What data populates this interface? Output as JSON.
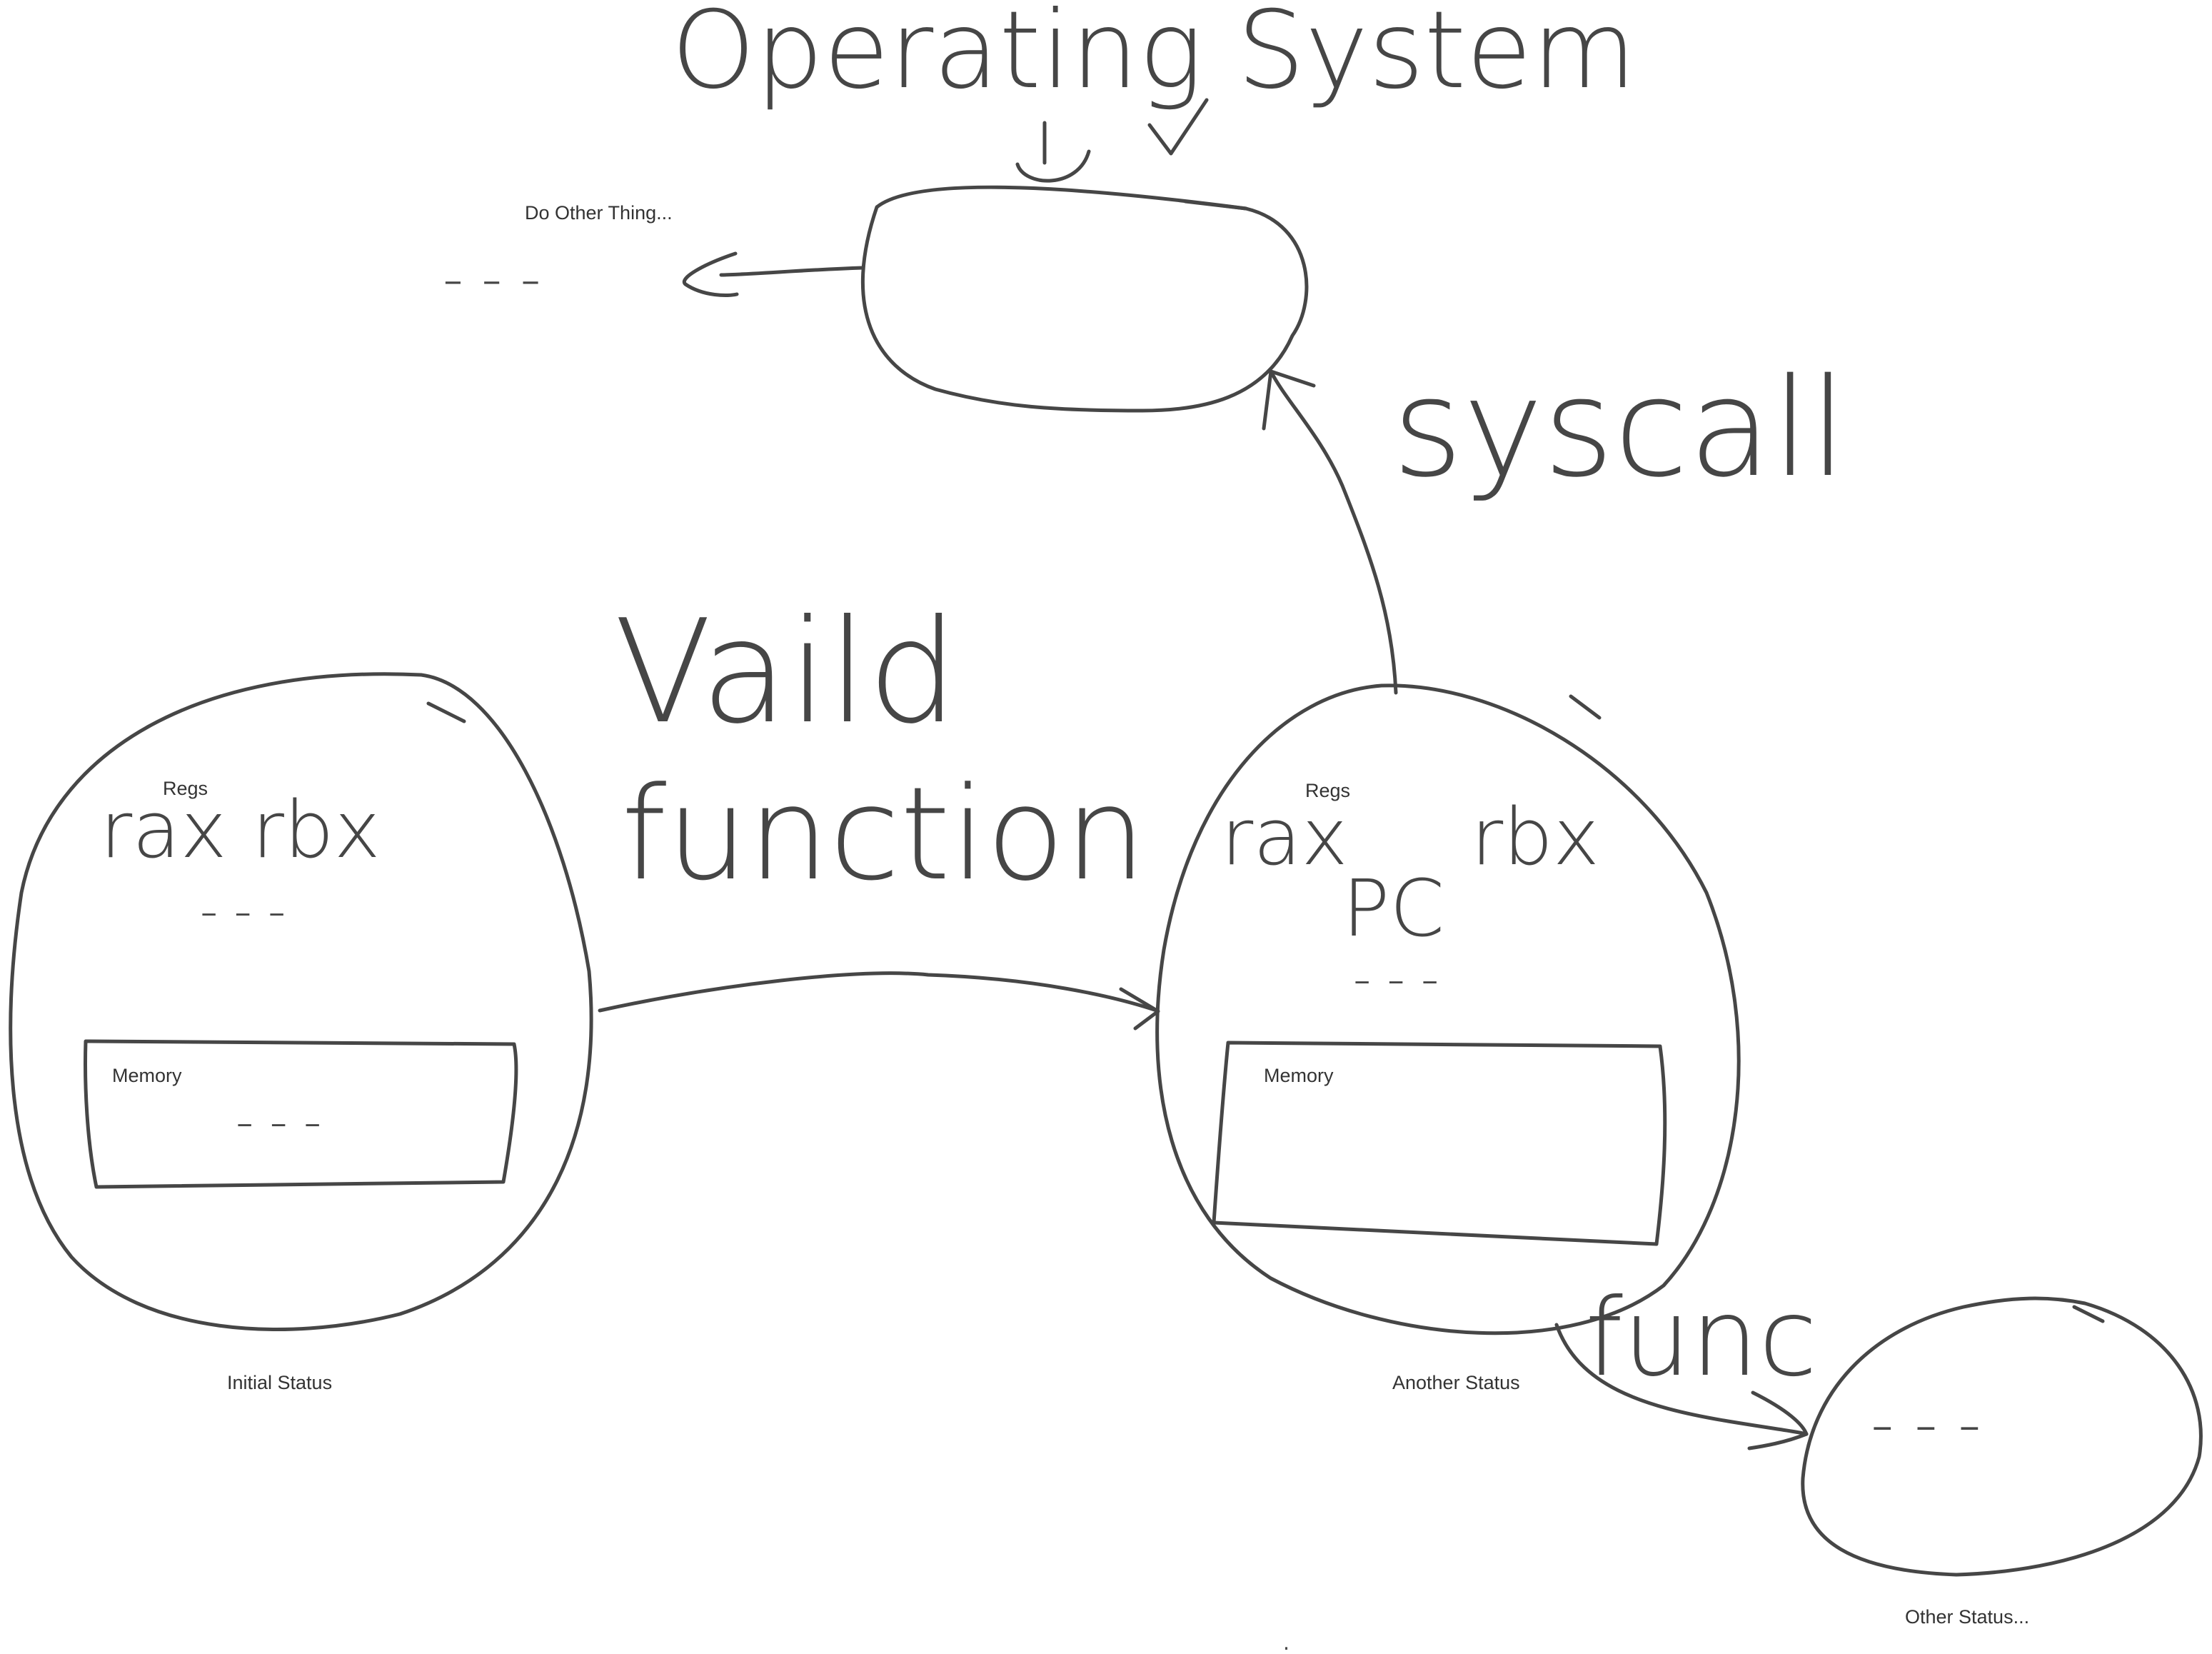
{
  "title": "Operating System",
  "os_node": {
    "side_label": "Do Other Thing...",
    "ellipsis": "- - -"
  },
  "syscall_label": "syscall",
  "transition_label": {
    "line1": "Vaild",
    "line2": "function"
  },
  "initial_state": {
    "caption": "Initial Status",
    "regs_label": "Regs",
    "regs": "rax rbx",
    "regs_ellipsis": "- - -",
    "memory_label": "Memory",
    "memory_ellipsis": "- - -"
  },
  "another_state": {
    "caption": "Another Status",
    "regs_label": "Regs",
    "reg_rax": "rax",
    "reg_rbx": "rbx",
    "reg_pc": "PC",
    "regs_ellipsis": "- - -",
    "memory_label": "Memory"
  },
  "func_label": "func",
  "other_state": {
    "caption": "Other Status...",
    "ellipsis": "- - -"
  },
  "footer_dot": "."
}
